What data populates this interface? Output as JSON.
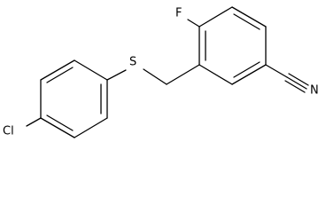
{
  "molecule": {
    "atoms": {
      "fluorine": "F",
      "sulfur": "S",
      "chlorine": "Cl",
      "nitrogen": "N"
    },
    "colors": {
      "bond": "#000000",
      "label": "#000000",
      "background": "#ffffff"
    }
  }
}
